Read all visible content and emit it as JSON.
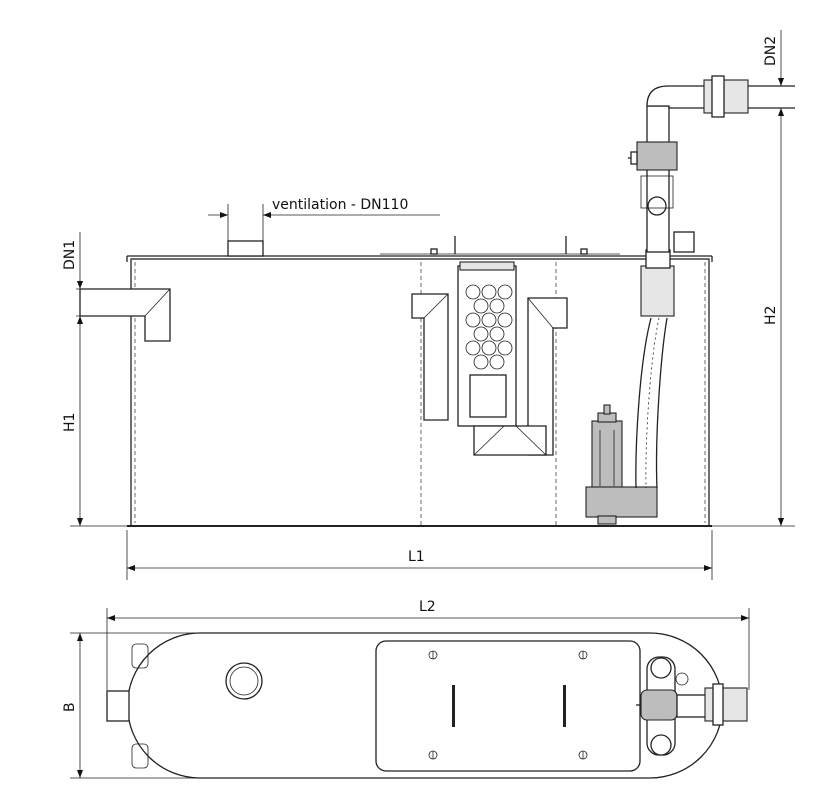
{
  "labels": {
    "ventilation": "ventilation - DN110",
    "dn1": "DN1",
    "dn2": "DN2",
    "h1": "H1",
    "h2": "H2",
    "l1": "L1",
    "l2": "L2",
    "b": "B"
  },
  "colors": {
    "line": "#222222",
    "background": "#ffffff",
    "metal_fill": "#bdbdbd"
  }
}
